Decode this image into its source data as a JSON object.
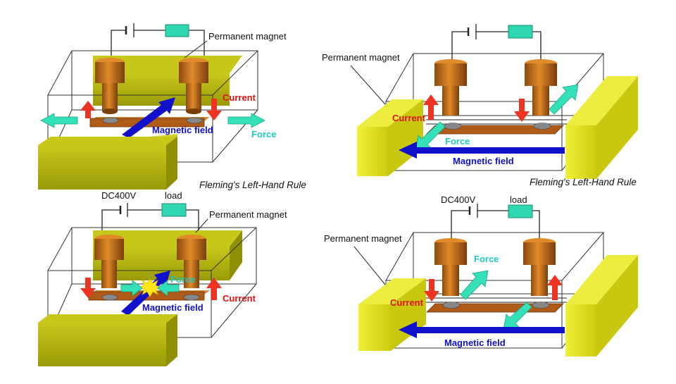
{
  "colors": {
    "current_arrow": "#ee3322",
    "current_text": "#dd1111",
    "force_arrow": "#33e0b8",
    "force_text": "#1ec9c0",
    "field_arrow": "#1111cc",
    "field_text": "#1010cc",
    "magnet_olive": "#b3b30c",
    "magnet_yellow": "#e6e61a",
    "electrode": "#c8741c",
    "load": "#2fd6b0"
  },
  "panels": [
    {
      "id": "top-left",
      "labels": {
        "magnet": "Permanent magnet",
        "current": "Current",
        "field": "Magnetic field",
        "force": "Force"
      }
    },
    {
      "id": "top-right",
      "labels": {
        "magnet": "Permanent magnet",
        "current": "Current",
        "field": "Magnetic field",
        "force": "Force"
      }
    },
    {
      "id": "bottom-left",
      "labels": {
        "voltage": "DC400V",
        "load": "load",
        "magnet": "Permanent magnet",
        "current": "Current",
        "field": "Magnetic field",
        "force": "Force"
      }
    },
    {
      "id": "bottom-right",
      "labels": {
        "voltage": "DC400V",
        "load": "load",
        "magnet": "Permanent magnet",
        "current": "Current",
        "field": "Magnetic field",
        "force": "Force"
      }
    }
  ],
  "captions": {
    "left": "Fleming's Left-Hand Rule",
    "right": "Fleming's Left-Hand Rule"
  }
}
